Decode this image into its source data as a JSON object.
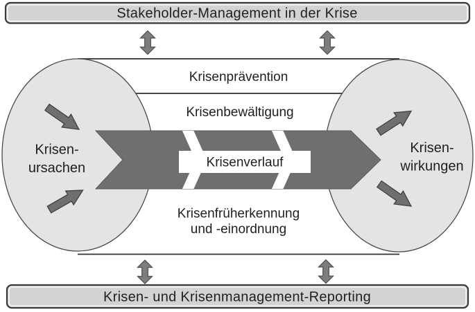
{
  "diagram": {
    "title_bar": "Stakeholder-Management in der Krise",
    "bottom_bar": "Krisen- und Krisenmanagement-Reporting",
    "left_ellipse": {
      "line1": "Krisen-",
      "line2": "ursachen"
    },
    "right_ellipse": {
      "line1": "Krisen-",
      "line2": "wirkungen"
    },
    "bands": {
      "prevention": "Krisenprävention",
      "coping": "Krisenbewältigung",
      "early_detection_line1": "Krisenfrüherkennung",
      "early_detection_line2": "und -einordnung"
    },
    "process_arrow_label": "Krisenverlauf"
  },
  "icons": {
    "vertical_double_arrow": "↕",
    "inward_diagonal_arrow": "➤",
    "outward_diagonal_arrow": "➤",
    "chevron_separator": "»"
  },
  "colors": {
    "background": "#ffffff",
    "bar_fill": "#d3d3d3",
    "bar_border": "#3a3a3a",
    "ellipse_fill": "#e4e4e4",
    "ellipse_border": "#4a4a4a",
    "process_arrow_gray": "#6f6f6f",
    "small_arrow_gray": "#6f6f6f",
    "connector_arrow_gray": "#7d7d7d",
    "divider_line": "#2e2e2e",
    "text": "#1f1f1f"
  }
}
